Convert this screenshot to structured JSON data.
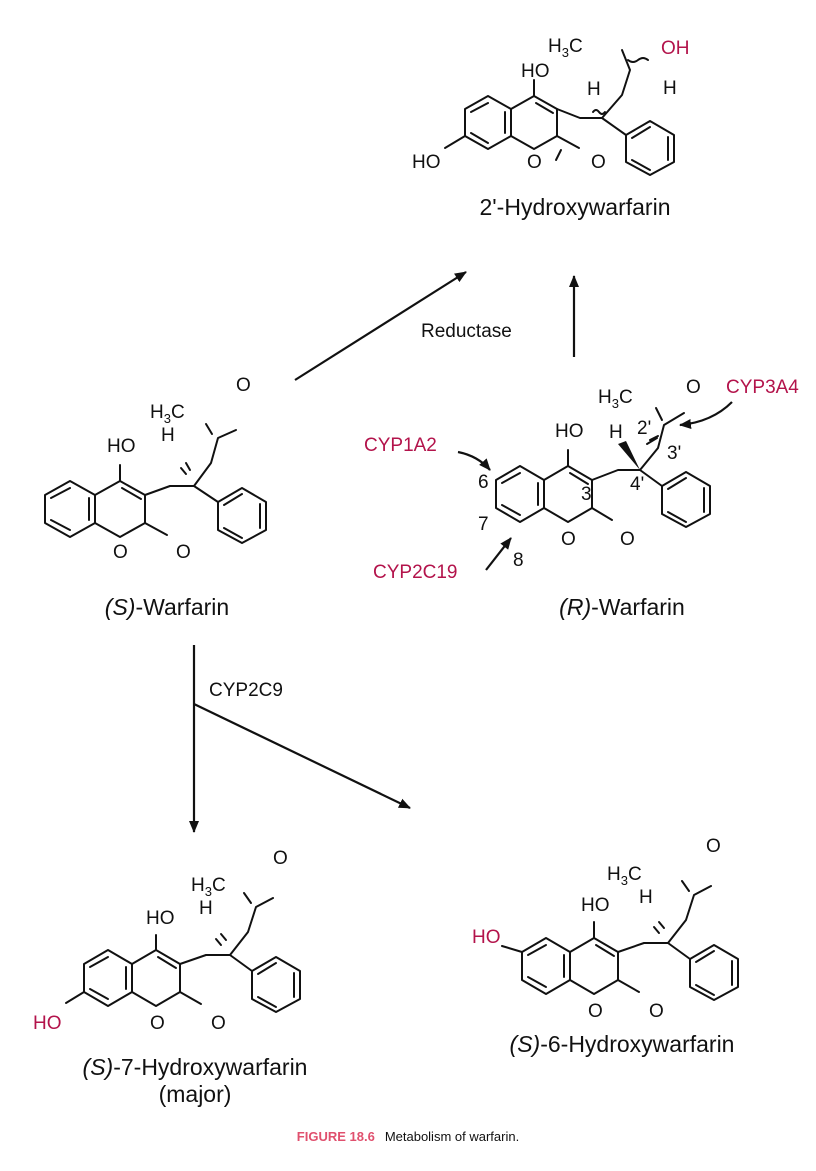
{
  "figure": {
    "number": "FIGURE 18.6",
    "caption": "Metabolism of warfarin."
  },
  "compounds": {
    "hydroxywarfarin_2p": {
      "name": "2'-Hydroxywarfarin",
      "atoms": {
        "ho_7": "HO",
        "oh_4": "HO",
        "ring_o": "O",
        "carbonyl_o": "O",
        "h_stereo": "H",
        "h3c": "H3C",
        "oh_new": "OH",
        "h_side": "H"
      }
    },
    "s_warfarin": {
      "name_prefix": "(S)",
      "name_suffix": "-Warfarin",
      "atoms": {
        "oh_4": "HO",
        "ring_o": "O",
        "carbonyl_o": "O",
        "h_stereo": "H",
        "h3c": "H3C",
        "ketone_o": "O"
      }
    },
    "r_warfarin": {
      "name_prefix": "(R)",
      "name_suffix": "-Warfarin",
      "atoms": {
        "oh_4": "HO",
        "ring_o": "O",
        "carbonyl_o": "O",
        "h_stereo": "H",
        "h3c": "H3C",
        "ketone_o": "O"
      },
      "position_labels": [
        "6",
        "7",
        "8",
        "3",
        "4'",
        "3'",
        "2'"
      ]
    },
    "s_7_hydroxywarfarin": {
      "name_prefix": "(S)",
      "name_suffix": "-7-Hydroxywarfarin",
      "note": "(major)",
      "atoms": {
        "ho_7": "HO",
        "oh_4": "HO",
        "ring_o": "O",
        "carbonyl_o": "O",
        "h_stereo": "H",
        "h3c": "H3C",
        "ketone_o": "O"
      }
    },
    "s_6_hydroxywarfarin": {
      "name_prefix": "(S)",
      "name_suffix": "-6-Hydroxywarfarin",
      "atoms": {
        "ho_6": "HO",
        "oh_4": "HO",
        "ring_o": "O",
        "carbonyl_o": "O",
        "h_stereo": "H",
        "h3c": "H3C",
        "ketone_o": "O"
      }
    }
  },
  "enzymes": {
    "reductase": "Reductase",
    "cyp2c9": "CYP2C9",
    "cyp1a2": "CYP1A2",
    "cyp2c19": "CYP2C19",
    "cyp3a4": "CYP3A4"
  },
  "colors": {
    "highlight": "#b3134b",
    "caption_label": "#e0506e",
    "ink": "#111111"
  }
}
